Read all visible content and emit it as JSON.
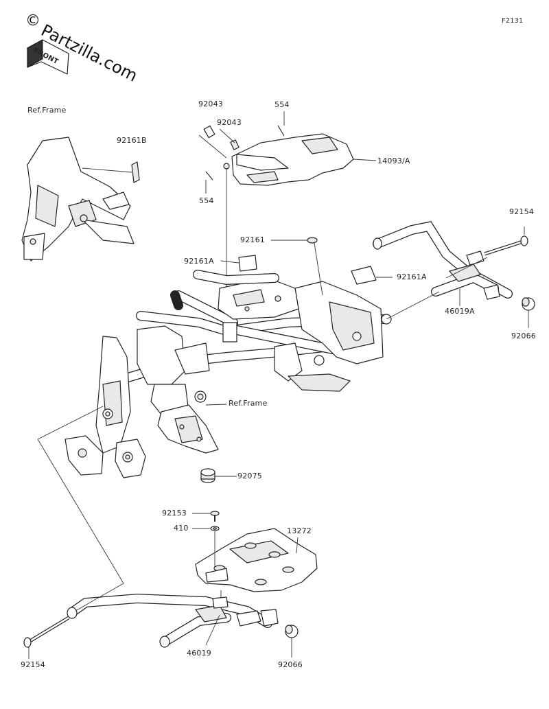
{
  "figure_id": "F2131",
  "watermark": {
    "copyright_symbol": "©",
    "site": "Partzilla.com"
  },
  "front_indicator": "FRONT",
  "callouts": {
    "ref_frame_top": "Ref.Frame",
    "ref_frame_main": "Ref.Frame",
    "p92161B": "92161B",
    "p92043_a": "92043",
    "p92043_b": "92043",
    "p554_top": "554",
    "p554_bottom": "554",
    "p14093A": "14093/A",
    "p92161": "92161",
    "p92161A_left": "92161A",
    "p92161A_right": "92161A",
    "p92154_top": "92154",
    "p46019A": "46019A",
    "p92066_top": "92066",
    "p92075": "92075",
    "p92153": "92153",
    "p410": "410",
    "p13272": "13272",
    "p92154_bottom": "92154",
    "p46019": "46019",
    "p92066_bottom": "92066"
  },
  "colors": {
    "line": "#222222",
    "background": "#ffffff"
  }
}
